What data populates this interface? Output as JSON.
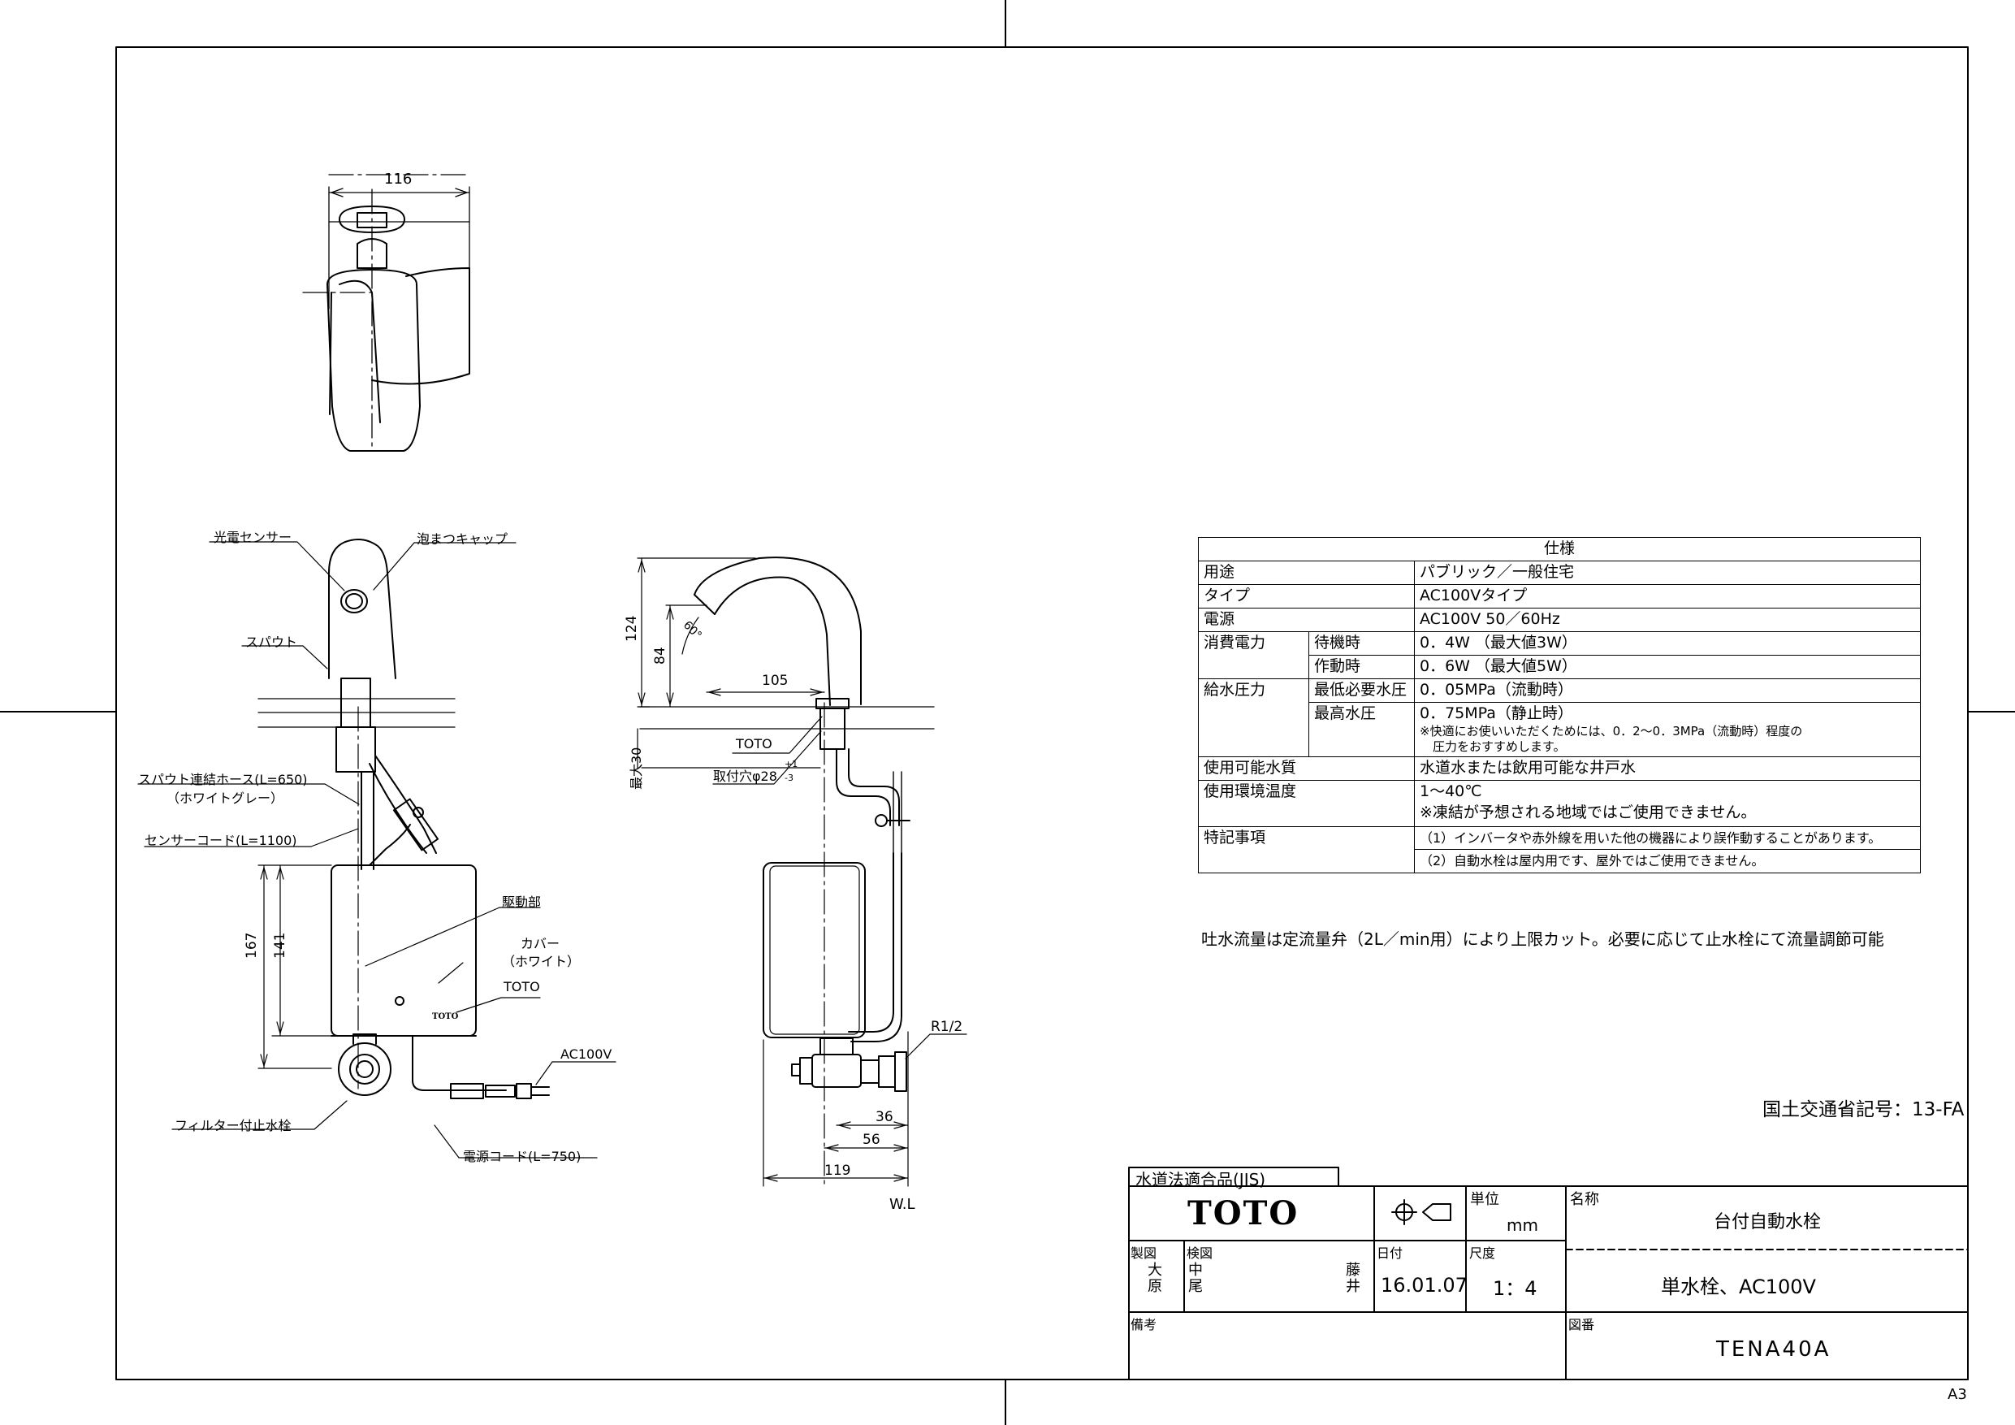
{
  "drawing": {
    "sheet_size": "A3",
    "regulation_code": "国土交通省記号：13-FA",
    "flow_note": "吐水流量は定流量弁（2L／min用）により上限カット。必要に応じて止水栓にて流量調節可能"
  },
  "top_view": {
    "dim_width": "116"
  },
  "front_view": {
    "labels": {
      "sensor": "光電センサー",
      "aerator": "泡まつキャップ",
      "spout": "スパウト",
      "hose_1": "スパウト連結ホース(L=650)",
      "hose_2": "（ホワイトグレー）",
      "sensor_cord": "センサーコード(L=1100)",
      "drive_unit": "駆動部",
      "cover_1": "カバー",
      "cover_2": "（ホワイト）",
      "brand": "TOTO",
      "power_plug": "AC100V",
      "filter_valve": "フィルター付止水栓",
      "power_cord": "電源コード(L=750)"
    },
    "dims": {
      "d167": "167",
      "d141": "141"
    }
  },
  "side_view": {
    "labels": {
      "brand": "TOTO",
      "mount_hole": "取付穴φ28",
      "tol_plus": "+1",
      "tol_minus": "-3",
      "max30": "最大30",
      "thread": "R1/2",
      "wl": "W.L",
      "angle": "60°"
    },
    "dims": {
      "d124": "124",
      "d84": "84",
      "d105": "105",
      "d36": "36",
      "d56": "56",
      "d119": "119"
    }
  },
  "spec_table": {
    "title": "仕様",
    "rows": {
      "use_label": "用途",
      "use_value": "パブリック／一般住宅",
      "type_label": "タイプ",
      "type_value": "AC100Vタイプ",
      "power_label": "電源",
      "power_value": "AC100V 50／60Hz",
      "consumption_label": "消費電力",
      "standby_label": "待機時",
      "standby_value": "0．4W （最大値3W）",
      "operating_label": "作動時",
      "operating_value": "0．6W （最大値5W）",
      "pressure_label": "給水圧力",
      "min_pressure_label": "最低必要水圧",
      "min_pressure_value": "0．05MPa（流動時）",
      "max_pressure_label": "最高水圧",
      "max_pressure_value": "0．75MPa（静止時）",
      "pressure_note_1": "※快適にお使いいただくためには、0．2～0．3MPa（流動時）程度の",
      "pressure_note_2": "圧力をおすすめします。",
      "water_label": "使用可能水質",
      "water_value": "水道水または飲用可能な井戸水",
      "temp_label": "使用環境温度",
      "temp_value": "1～40℃",
      "temp_note": "※凍結が予想される地域ではご使用できません。",
      "special_label": "特記事項",
      "special_1": "（1）インバータや赤外線を用いた他の機器により誤作動することがあります。",
      "special_2": "（2）自動水栓は屋内用です、屋外ではご使用できません。"
    }
  },
  "title_block": {
    "jis": "水道法適合品(JIS)",
    "brand": "TOTO",
    "unit_label": "単位",
    "unit_value": "mm",
    "name_label": "名称",
    "name_value": "台付自動水栓",
    "drawn_label": "製図",
    "drawn_name": "大原",
    "checked_label": "検図",
    "checked_name_1": "中尾",
    "checked_name_2": "藤井",
    "date_label": "日付",
    "date_value": "16.01.07",
    "scale_label": "尺度",
    "scale_value": "1：4",
    "desc_value": "単水栓、AC100V",
    "notes_label": "備考",
    "number_label": "図番",
    "number_value": "TENA40A"
  }
}
